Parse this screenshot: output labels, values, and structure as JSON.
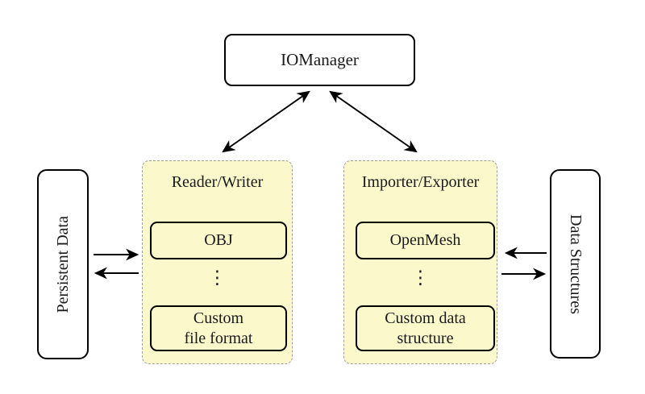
{
  "colors": {
    "canvas_bg": "#ffffff",
    "group_bg": "#fbf8cc",
    "node_bg": "#ffffff",
    "node_border": "#000000",
    "group_border": "#9e9e9e",
    "arrow": "#000000"
  },
  "nodes": {
    "io_manager": {
      "label": "IOManager"
    },
    "persistent_data": {
      "label": "Persistent Data"
    },
    "data_structures": {
      "label": "Data Structures"
    }
  },
  "groups": {
    "reader_writer": {
      "title": "Reader/Writer",
      "item_top": "OBJ",
      "ellipsis": "⋮",
      "item_bottom_line1": "Custom",
      "item_bottom_line2": "file format"
    },
    "importer_exporter": {
      "title": "Importer/Exporter",
      "item_top": "OpenMesh",
      "ellipsis": "⋮",
      "item_bottom_line1": "Custom data",
      "item_bottom_line2": "structure"
    }
  },
  "connections": [
    {
      "between": [
        "io_manager",
        "reader_writer"
      ],
      "direction": "both"
    },
    {
      "between": [
        "io_manager",
        "importer_exporter"
      ],
      "direction": "both"
    },
    {
      "between": [
        "persistent_data",
        "reader_writer"
      ],
      "direction": "to"
    },
    {
      "between": [
        "reader_writer",
        "persistent_data"
      ],
      "direction": "to"
    },
    {
      "between": [
        "data_structures",
        "importer_exporter"
      ],
      "direction": "to"
    },
    {
      "between": [
        "importer_exporter",
        "data_structures"
      ],
      "direction": "to"
    }
  ]
}
